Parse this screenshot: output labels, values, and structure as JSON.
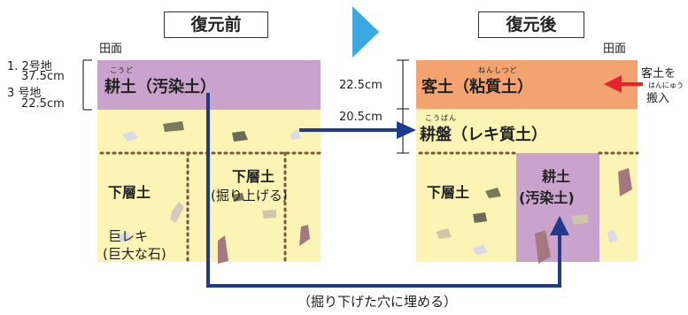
{
  "before": {
    "title": "復元前",
    "field_label": "田面",
    "top_layer": "耕土（汚染土）",
    "top_layer_ruby": "こうど",
    "depth_label_1": "1. 2号地",
    "depth_value_1": "37.5cm",
    "depth_label_2": "3 号地",
    "depth_value_2": "22.5cm",
    "subsoil_left": "下層土",
    "subsoil_right": "下層土",
    "subsoil_right_note": "(掘り上げる)",
    "boulder_label": "巨レキ",
    "boulder_note": "(巨大な石)"
  },
  "after": {
    "title": "復元後",
    "field_label": "田面",
    "top_layer": "客土（粘質土）",
    "top_layer_ruby": "ねんしつど",
    "top_depth": "22.5cm",
    "hardpan": "耕盤（レキ質土）",
    "hardpan_ruby": "こうばん",
    "hardpan_depth": "20.5cm",
    "subsoil": "下層土",
    "buried_soil": "耕土",
    "buried_soil_note": "(汚染土)",
    "import_label": "客土を",
    "import_label_2": "搬入",
    "import_ruby": "はんにゅう"
  },
  "bottom_caption": "（掘り下げた穴に埋める）",
  "colors": {
    "topsoil_before": "#c9a3cc",
    "topsoil_after": "#f3a36f",
    "subsoil": "#fbf4b5",
    "hardpan": "#fbf4b5",
    "arrow_blue": "#1f3a8a",
    "arrow_red": "#e8232a",
    "chevron": "#3aa9e3"
  }
}
